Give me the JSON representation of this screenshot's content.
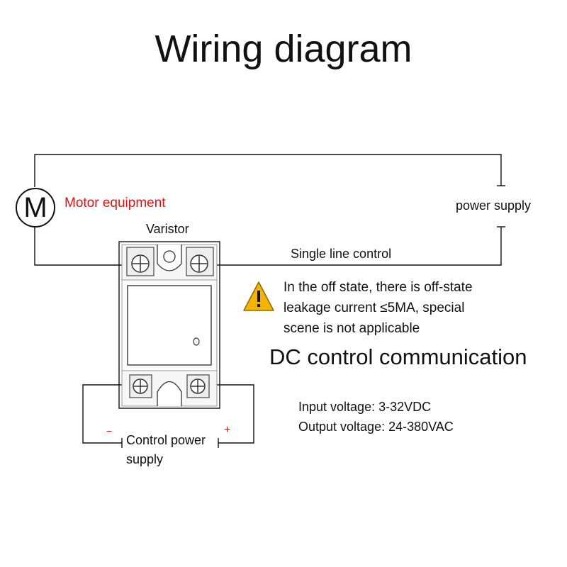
{
  "title": "Wiring diagram",
  "motor": {
    "symbol": "M",
    "label": "Motor equipment",
    "label_color": "#e01010"
  },
  "varistor_label": "Varistor",
  "power_supply_label": "power supply",
  "single_line_label": "Single line control",
  "warning": {
    "icon": "warning-triangle-icon",
    "lines": [
      "In the off state, there is off-state",
      "leakage current ≤5MA, special",
      "scene is not applicable"
    ]
  },
  "dc_heading": "DC control communication",
  "specs": {
    "input": "Input voltage: 3-32VDC",
    "output": "Output voltage: 24-380VAC"
  },
  "control_power": {
    "lines": [
      "Control power",
      "supply"
    ],
    "minus": "−",
    "plus": "+"
  }
}
